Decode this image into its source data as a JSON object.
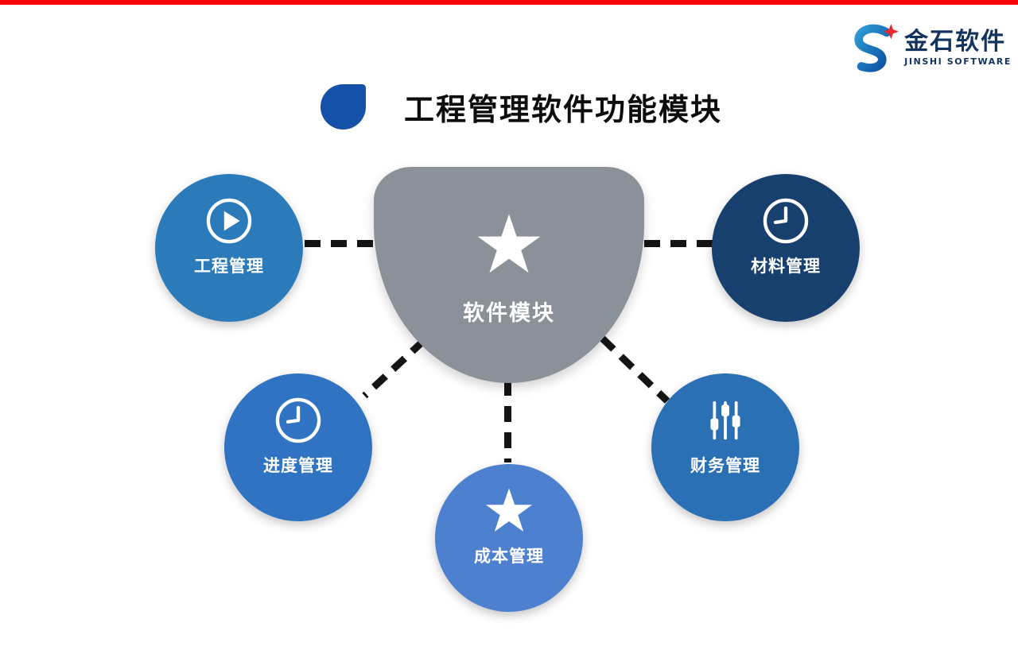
{
  "colors": {
    "top_bar": "#fb0205",
    "background": "#ffffff",
    "bullet": "#1551a8",
    "center": "#8a9199",
    "connector": "#141414",
    "logo_text": "#13335f"
  },
  "header": {
    "logo_text": "金石软件",
    "logo_subtitle": "JINSHI SOFTWARE"
  },
  "title": "工程管理软件功能模块",
  "diagram": {
    "center": {
      "label": "软件模块",
      "icon": "star-icon"
    },
    "nodes": [
      {
        "label": "工程管理",
        "icon": "play-icon",
        "color": "#2b7ab9",
        "position": "top-left"
      },
      {
        "label": "材料管理",
        "icon": "clock-icon",
        "color": "#17406e",
        "position": "top-right"
      },
      {
        "label": "进度管理",
        "icon": "clock-icon",
        "color": "#2f73c2",
        "position": "bottom-left"
      },
      {
        "label": "成本管理",
        "icon": "star-icon",
        "color": "#4e80d0",
        "position": "bottom-center"
      },
      {
        "label": "财务管理",
        "icon": "sliders-icon",
        "color": "#2b6fb4",
        "position": "bottom-right"
      }
    ]
  }
}
